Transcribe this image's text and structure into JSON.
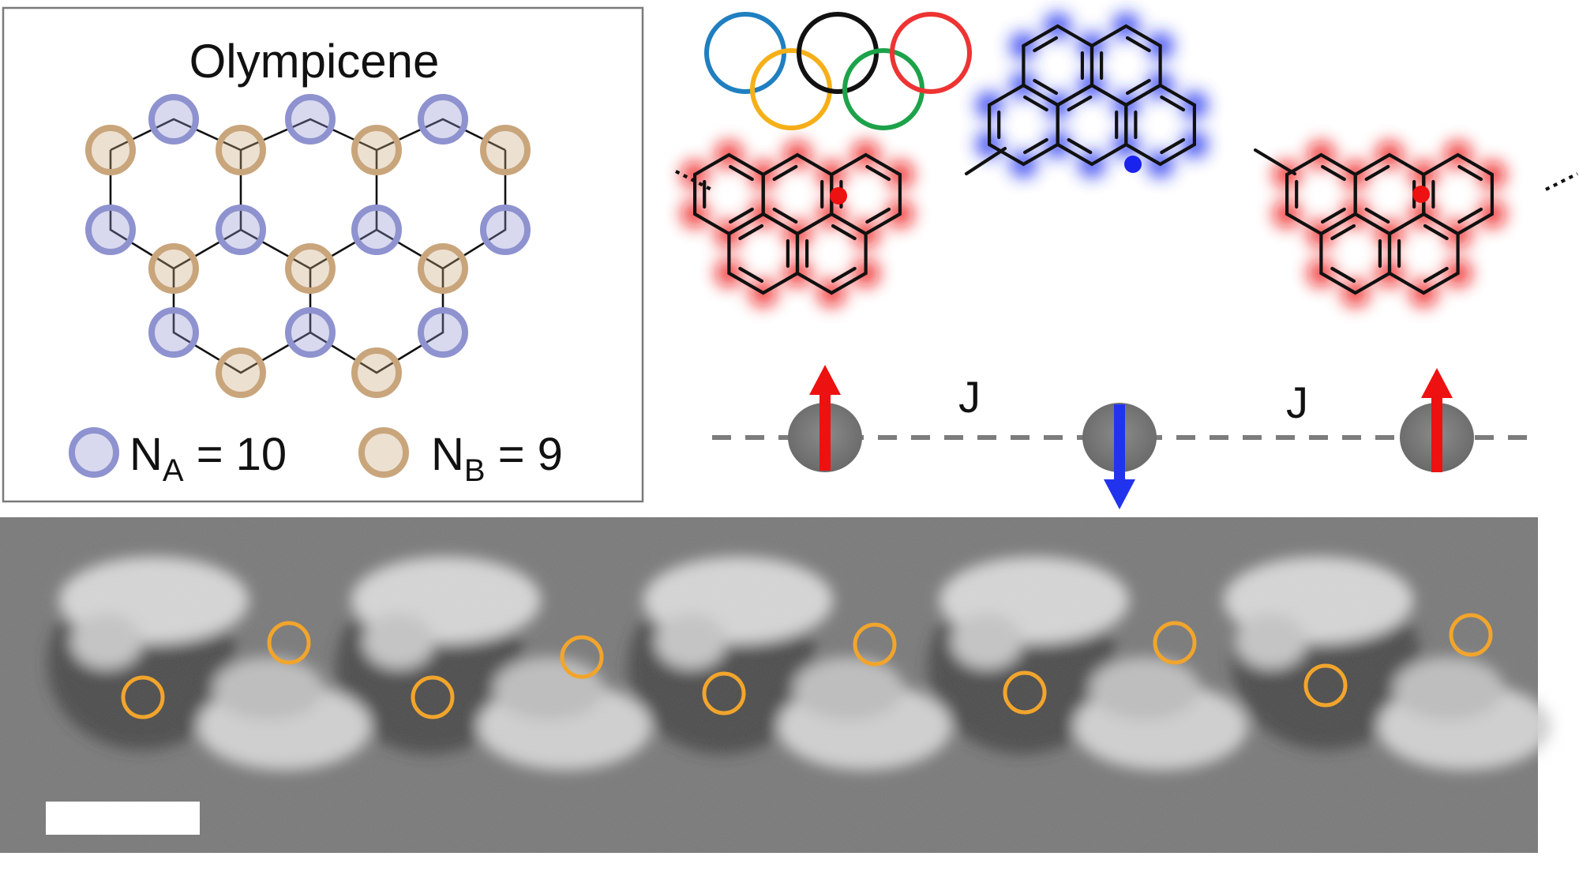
{
  "inset": {
    "title": "Olympicene",
    "legend": [
      {
        "symbol": "N",
        "subscript": "A",
        "relation": " = 10",
        "color": "#8e92cf"
      },
      {
        "symbol": "N",
        "subscript": "B",
        "relation": " = 9",
        "color": "#c9a57c"
      }
    ]
  },
  "exchange_label": "J",
  "spins": [
    "up",
    "down",
    "up"
  ],
  "colors": {
    "sublattice_a": "#8e92cf",
    "sublattice_b": "#c9a57c",
    "spin_up": "#ee1111",
    "spin_down": "#2233ee",
    "marker": "#f2a52c",
    "olympic_rings": [
      "#1f7fc0",
      "#f5b019",
      "#111111",
      "#1ca34a",
      "#ee3333"
    ]
  },
  "icons": [
    "olympic-rings-icon",
    "spin-up-arrow-icon",
    "spin-down-arrow-icon"
  ]
}
